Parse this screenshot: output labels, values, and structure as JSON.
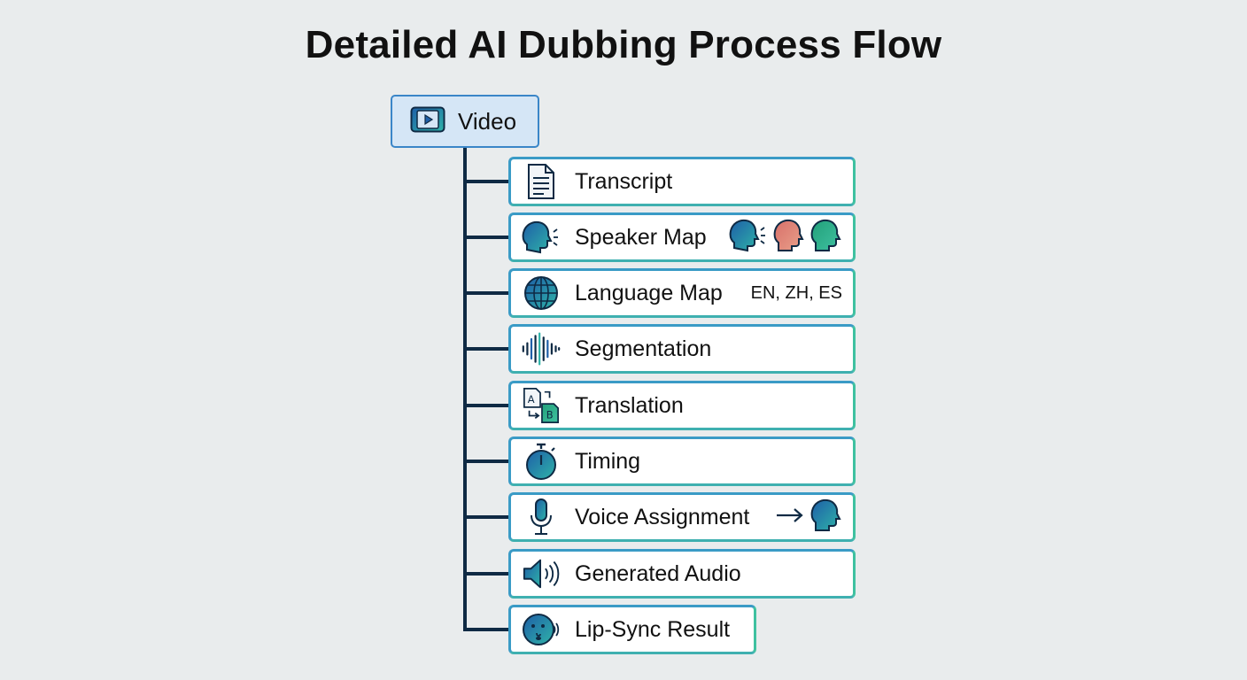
{
  "title": "Detailed AI Dubbing Process Flow",
  "root": {
    "label": "Video",
    "icon": "video-play-icon"
  },
  "steps": [
    {
      "label": "Transcript",
      "icon": "document-icon"
    },
    {
      "label": "Speaker Map",
      "icon": "speaking-head-icon",
      "extra_icons": [
        "speaking-head-icon",
        "head-icon-red",
        "head-icon-green"
      ]
    },
    {
      "label": "Language Map",
      "icon": "globe-icon",
      "tags": "EN, ZH, ES"
    },
    {
      "label": "Segmentation",
      "icon": "waveform-icon"
    },
    {
      "label": "Translation",
      "icon": "translate-icon"
    },
    {
      "label": "Timing",
      "icon": "stopwatch-icon"
    },
    {
      "label": "Voice Assignment",
      "icon": "microphone-icon",
      "extra_icons": [
        "arrow-right-icon",
        "head-icon-blue"
      ]
    },
    {
      "label": "Generated Audio",
      "icon": "speaker-icon"
    },
    {
      "label": "Lip-Sync Result",
      "icon": "face-speaking-icon"
    }
  ],
  "colors": {
    "background": "#e9eced",
    "connector": "#0f2a44",
    "root_fill": "#d5e6f6",
    "root_border": "#3a86c8",
    "step_border_blue": "#3a9bc6",
    "step_border_green": "#3fc1a0",
    "head_blue": "#2a7fc0",
    "head_red": "#e0857a",
    "head_green": "#2fb38a"
  }
}
